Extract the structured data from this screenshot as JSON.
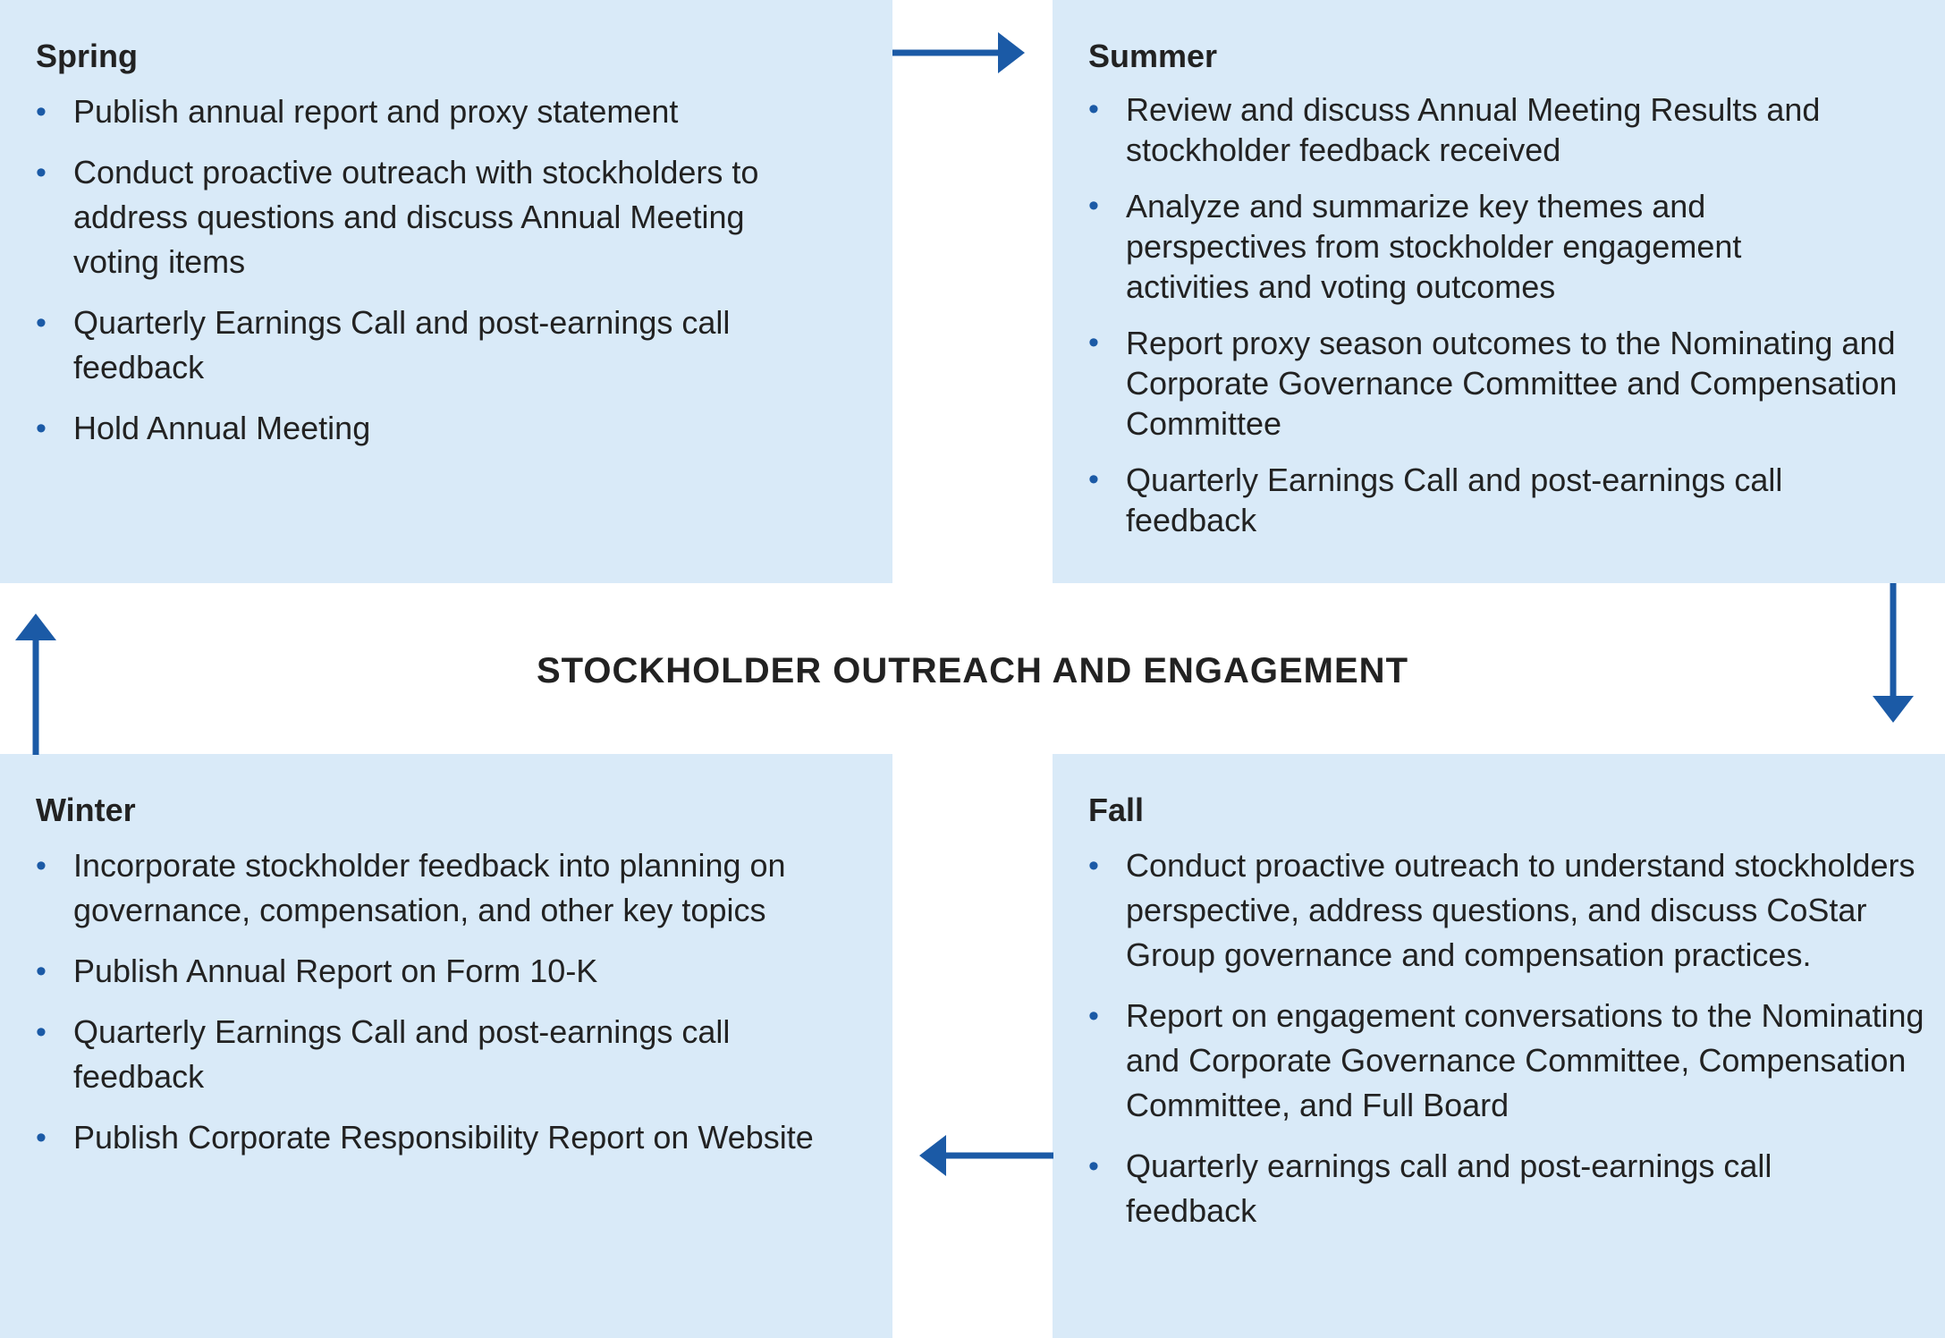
{
  "title": "STOCKHOLDER OUTREACH AND ENGAGEMENT",
  "accent_color": "#1b5aa6",
  "panel_color": "#d9eaf8",
  "spring": {
    "heading": "Spring",
    "items": [
      "Publish annual report and proxy statement",
      "Conduct proactive outreach with stockholders to address questions and discuss Annual Meeting voting items",
      "Quarterly Earnings Call and post-earnings call feedback",
      "Hold Annual Meeting"
    ]
  },
  "summer": {
    "heading": "Summer",
    "items": [
      "Review and discuss Annual Meeting Results and stockholder feedback received",
      "Analyze and summarize key themes and perspectives from stockholder engagement activities and voting outcomes",
      "Report proxy season outcomes to the Nominating and Corporate Governance Committee and Compensation Committee",
      "Quarterly Earnings Call and post-earnings call feedback"
    ]
  },
  "winter": {
    "heading": "Winter",
    "items": [
      "Incorporate stockholder feedback into planning on governance, compensation, and other key topics",
      "Publish Annual Report on Form 10-K",
      "Quarterly Earnings Call and post-earnings call feedback",
      "Publish Corporate Responsibility Report on Website"
    ]
  },
  "fall": {
    "heading": "Fall",
    "items": [
      "Conduct proactive outreach to understand stockholders perspective, address questions, and discuss CoStar Group governance and compensation practices.",
      "Report on engagement conversations to the Nominating and Corporate Governance Committee, Compensation Committee, and Full Board",
      "Quarterly earnings call and post-earnings call feedback"
    ]
  },
  "icons": {
    "arrow_spring_to_summer": "arrow-right-icon",
    "arrow_summer_to_fall": "arrow-down-icon",
    "arrow_fall_to_winter": "arrow-left-icon",
    "arrow_winter_to_spring": "arrow-up-icon",
    "bullet": "bullet-dot-icon"
  }
}
